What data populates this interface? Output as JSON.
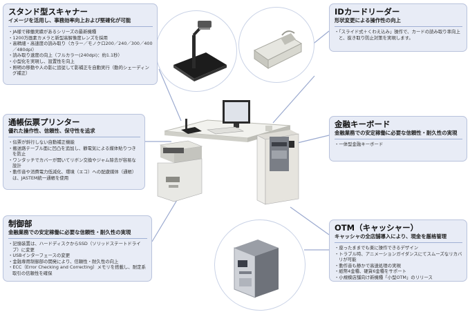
{
  "scanner": {
    "title": "スタンド型スキャナー",
    "subtitle": "イメージを活用し、事務効率向上および堅確化が可能",
    "items": [
      "JA様で稼働実績があるシリーズの最新機種",
      "1200万画素カメラと新型高解像度レンズを採用",
      "高精細・高速度の読み取り（カラー／モノクロ200／240／300／400／480dpi）",
      "読み取り速度の向上（フルカラー(240dpi)：約1.1秒）",
      "小型化を実現し、設置性を向上",
      "照明の移動や人の影に追従して影補正を自動実行（動的シェーディング補正）"
    ]
  },
  "idreader": {
    "title": "IDカードリーダー",
    "subtitle": "形状変更による操作性の向上",
    "items": [
      "「スライド式＋くわえ込み」操作で、カードの読み取り率向上と、抜き取り防止対策を実現します。"
    ]
  },
  "printer": {
    "title": "通帳伝票プリンター",
    "subtitle": "優れた操作性、信頼性、保守性を追求",
    "items": [
      "伝票が斜行しない自動補正機能",
      "搬送路テーブル面に凹凸を追加し、静電気による媒体貼りつきを防止",
      "ワンタッチでカバーが開いてリボン交換やジャム除去が容易な設計",
      "動作音や消費電力低減化、環境（エコ）への配慮媒体（通帳）は、JASTEM統一通帳を使用"
    ]
  },
  "keyboard": {
    "title": "金融キーボード",
    "subtitle": "金融業務での安定稼働に必要な信頼性・耐久性の実現",
    "items": [
      "一体型金融キーボード"
    ]
  },
  "control": {
    "title": "制御部",
    "subtitle": "金融業務での安定稼働に必要な信頼性・耐久性の実現",
    "items": [
      "記憶装置は、ハードディスクからSSD（ソリッドステートドライブ）に変更",
      "USBインターフェースの変更",
      "金融専用制御部の開発により、信頼性・耐久性の向上",
      "ECC（Error Checking and Correcting）メモリを搭載し、耐定系取引の信頼性を確保"
    ]
  },
  "otm": {
    "title": "OTM（キャッシャー）",
    "subtitle": "キャッシャの全店舗導入により、現金を厳格管理",
    "items": [
      "座ったままでも楽に操作できるデザイン",
      "トラブル時、アニメーションガイダンスにてスムーズなリカバリが可能",
      "動作音も静かで高速処理の実現",
      "紙幣4金種、硬貨6金種をサポート",
      "小規模店舗向け新機種「小型OTM」のリリース"
    ]
  },
  "colors": {
    "panel_bg": "#e8ecf6",
    "panel_border": "#b8c2dc",
    "connector": "#9aa9cf"
  },
  "icons": [
    "stand-scanner-illustration",
    "id-card-reader-illustration",
    "terminal-desk-illustration",
    "otm-cashier-illustration"
  ]
}
